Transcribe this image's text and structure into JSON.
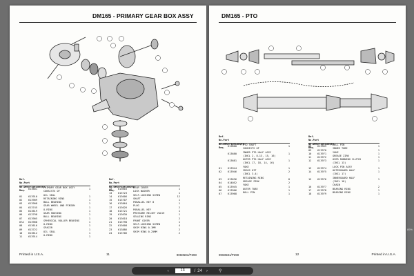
{
  "left_page": {
    "title": "DM165 - PRIMARY GEAR BOX ASSY",
    "headers": {
      "ref": "Ref.\nNo.",
      "part": "Part\nNo.",
      "desc": "Description",
      "qty": "Qty.\nReq."
    },
    "parts_col1": [
      {
        "ref": "",
        "part": "613601",
        "desc": "PRIMARY GEAR BOX ASSY",
        "qty": "1"
      },
      {
        "ref": "",
        "part": "",
        "desc": "CONSISTS OF",
        "qty": ""
      },
      {
        "ref": "01",
        "part": "613910",
        "desc": "OIL SEAL",
        "qty": "1"
      },
      {
        "ref": "02",
        "part": "613909",
        "desc": "RETAINING RING",
        "qty": "1"
      },
      {
        "ref": "03",
        "part": "613908",
        "desc": "BALL BEARING",
        "qty": "1"
      },
      {
        "ref": "04",
        "part": "613745",
        "desc": "GEAR WHEEL AND PINION",
        "qty": "1"
      },
      {
        "ref": "05",
        "part": "613619",
        "desc": "O-RING",
        "qty": "1"
      },
      {
        "ref": "06",
        "part": "613798",
        "desc": "GEAR HOUSING",
        "qty": "1"
      },
      {
        "ref": "07",
        "part": "613905",
        "desc": "BALL BEARING",
        "qty": "1"
      },
      {
        "ref": "07A",
        "part": "613908",
        "desc": "SPHERICAL ROLLER BEARING",
        "qty": "1"
      },
      {
        "ref": "08",
        "part": "613616",
        "desc": "O-RING",
        "qty": "1"
      },
      {
        "ref": "09",
        "part": "613722",
        "desc": "SPACER",
        "qty": "1"
      },
      {
        "ref": "10",
        "part": "613612",
        "desc": "OIL SEAL",
        "qty": "1"
      },
      {
        "ref": "11",
        "part": "613914",
        "desc": "O-RING",
        "qty": "1"
      }
    ],
    "parts_col2": [
      {
        "ref": "12",
        "part": "613603",
        "desc": "REAR COVER",
        "qty": "1"
      },
      {
        "ref": "13",
        "part": "613723",
        "desc": "LOCK WASHER",
        "qty": "1"
      },
      {
        "ref": "14",
        "part": "613606",
        "desc": "SELF-LOCKING SCREW",
        "qty": "12"
      },
      {
        "ref": "15",
        "part": "613707",
        "desc": "SHAFT",
        "qty": "1"
      },
      {
        "ref": "16",
        "part": "613864",
        "desc": "PARALLEL KEY 8",
        "qty": "1"
      },
      {
        "ref": "17",
        "part": "613626",
        "desc": "PLUG",
        "qty": "2"
      },
      {
        "ref": "18",
        "part": "613721",
        "desc": "PARALLEL KEY",
        "qty": "1"
      },
      {
        "ref": "19",
        "part": "613630",
        "desc": "PRESSURE RELIEF VALVE",
        "qty": "1"
      },
      {
        "ref": "20",
        "part": "613618",
        "desc": "SEALING RING",
        "qty": "2"
      },
      {
        "ref": "21",
        "part": "613798",
        "desc": "FRONT COVER",
        "qty": "1"
      },
      {
        "ref": "22",
        "part": "613608",
        "desc": "SELF-LOCKING SCREW",
        "qty": "4"
      },
      {
        "ref": "23",
        "part": "613886",
        "desc": "SHIM RING 0.1MM",
        "qty": "2"
      },
      {
        "ref": "24",
        "part": "613706",
        "desc": "SHIM RING 0.25MM",
        "qty": "2"
      }
    ],
    "footer_printed": "Printed in U.S.A.",
    "page_number": "11",
    "footer_code": "9060581/P390"
  },
  "right_page": {
    "title": "DM165 - PTO",
    "headers": {
      "ref": "Ref.\nNo.",
      "part": "Part\nNo.",
      "desc": "Description",
      "qty": "Qty.\nReq."
    },
    "parts_col1": [
      {
        "ref": "",
        "part": "613660",
        "desc": "PTO SHAFT",
        "qty": "1"
      },
      {
        "ref": "",
        "part": "",
        "desc": "CONSISTS OF",
        "qty": ""
      },
      {
        "ref": "",
        "part": "613680",
        "desc": "INNER PTO HALF ASSY",
        "qty": "1"
      },
      {
        "ref": "",
        "part": "",
        "desc": "(INCL 2, 8-13, 15, 16)",
        "qty": ""
      },
      {
        "ref": "",
        "part": "613681",
        "desc": "OUTER PTO HALF ASSY",
        "qty": "1"
      },
      {
        "ref": "",
        "part": "",
        "desc": "(INCL 17, 18, 14, 16)",
        "qty": ""
      },
      {
        "ref": "01",
        "part": "613944",
        "desc": "YOKE",
        "qty": "1"
      },
      {
        "ref": "02",
        "part": "613946",
        "desc": "CROSS KIT",
        "qty": "2"
      },
      {
        "ref": "",
        "part": "",
        "desc": "(INCL 3-4)",
        "qty": ""
      },
      {
        "ref": "03",
        "part": "613636",
        "desc": "RETAINING RING",
        "qty": "8"
      },
      {
        "ref": "04",
        "part": "614052",
        "desc": "GREASE ZIRK",
        "qty": "2"
      },
      {
        "ref": "05",
        "part": "613945",
        "desc": "YOKE",
        "qty": "1"
      },
      {
        "ref": "06",
        "part": "613966",
        "desc": "OUTER TUBE",
        "qty": "1"
      },
      {
        "ref": "07",
        "part": "613968",
        "desc": "ROLL PIN",
        "qty": "1"
      }
    ],
    "parts_col2": [
      {
        "ref": "08",
        "part": "613969",
        "desc": "ROLL PIN",
        "qty": "1"
      },
      {
        "ref": "09",
        "part": "613970",
        "desc": "INNER TUBE",
        "qty": "1"
      },
      {
        "ref": "10",
        "part": "613971",
        "desc": "YOKE",
        "qty": "1"
      },
      {
        "ref": "11",
        "part": "613972",
        "desc": "GREASE ZIRK",
        "qty": "1"
      },
      {
        "ref": "12",
        "part": "613973",
        "desc": "OVER RUNNING CLUTCH",
        "qty": "1"
      },
      {
        "ref": "",
        "part": "",
        "desc": "(INCL 13)",
        "qty": ""
      },
      {
        "ref": "13",
        "part": "613974",
        "desc": "LOCK PIN ASSY",
        "qty": "1"
      },
      {
        "ref": "14",
        "part": "613975",
        "desc": "OUTERGUARD HALF",
        "qty": "1"
      },
      {
        "ref": "",
        "part": "",
        "desc": "(INCL 17)",
        "qty": ""
      },
      {
        "ref": "15",
        "part": "613976",
        "desc": "INNERGUARD HALF",
        "qty": "1"
      },
      {
        "ref": "",
        "part": "",
        "desc": "(INCL 18)",
        "qty": ""
      },
      {
        "ref": "16",
        "part": "613977",
        "desc": "CHAIN",
        "qty": "2"
      },
      {
        "ref": "17",
        "part": "613978",
        "desc": "BEARING RING",
        "qty": "1"
      },
      {
        "ref": "18",
        "part": "613979",
        "desc": "BEARING RING",
        "qty": "1"
      }
    ],
    "footer_code": "9060581/P390",
    "page_number": "12",
    "footer_printed": "Printed in U.S.A."
  },
  "pager": {
    "current_page": "13",
    "separator": "/",
    "total_pages": "24",
    "prev_icon": "chevron-left-icon",
    "next_icon": "chevron-right-icon",
    "zoom_icon": "zoom-icon"
  },
  "side_label": "89%",
  "colors": {
    "viewer_bg": "#6e6e6e",
    "page_bg": "#fdfdfb",
    "pager_bg": "#2d2d2d"
  }
}
